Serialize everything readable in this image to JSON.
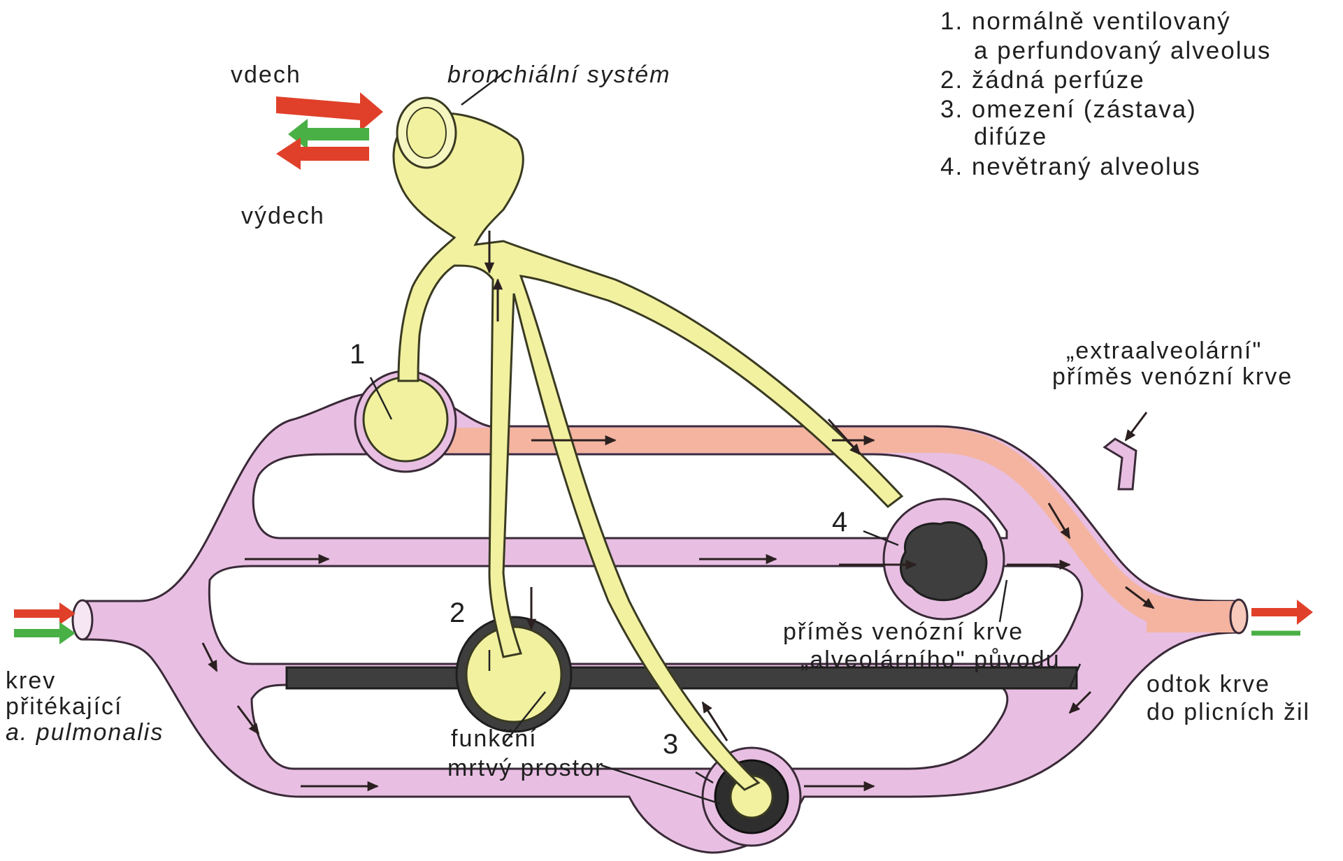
{
  "labels": {
    "inhale": "vdech",
    "exhale": "výdech",
    "bronchial_system": "bronchiální systém",
    "incoming_blood_1": "krev",
    "incoming_blood_2": "přitékající",
    "incoming_blood_3": "a. pulmonalis",
    "dead_space_1": "funkční",
    "dead_space_2": "mrtvý prostor",
    "alveolar_admix_1": "příměs venózní krve",
    "alveolar_admix_2": "„alveolárního\" původu",
    "extra_admix_1": "„extraalveolární\"",
    "extra_admix_2": "příměs venózní krve",
    "outflow_1": "odtok krve",
    "outflow_2": "do plicních žil"
  },
  "markers": [
    "1",
    "2",
    "3",
    "4"
  ],
  "legend": [
    "1. normálně ventilovaný",
    "a perfundovaný alveolus",
    "2. žádná perfúze",
    "3. omezení (zástava)",
    "difúze",
    "4. nevětraný alveolus"
  ],
  "colors": {
    "vein_pink": "#e8bfe3",
    "arterial_salmon": "#f4b4a0",
    "bronchus_yellow": "#f1f1a0",
    "blocked_gray": "#3e3e3e",
    "arrow_red": "#e0402a",
    "arrow_green": "#49b046"
  }
}
